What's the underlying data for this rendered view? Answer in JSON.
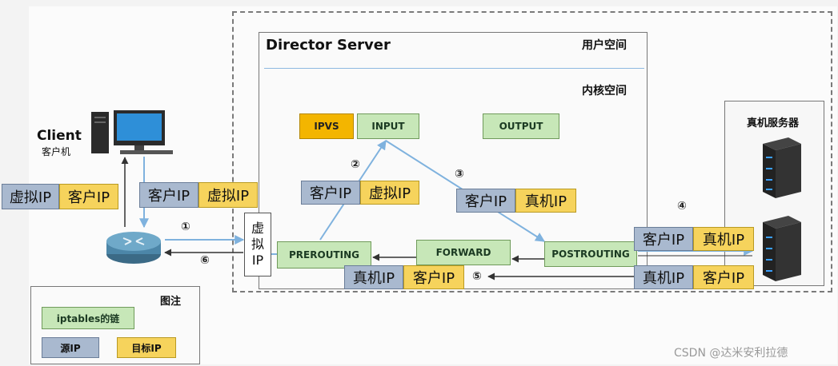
{
  "director": {
    "title": "Director Server",
    "user_space": "用户空间",
    "kernel_space": "内核空间"
  },
  "client": {
    "title": "Client",
    "subtitle": "客户机"
  },
  "real_servers": {
    "title": "真机服务器"
  },
  "chains": {
    "ipvs": "IPVS",
    "input": "INPUT",
    "output": "OUTPUT",
    "prerouting": "PREROUTING",
    "forward": "FORWARD",
    "postrouting": "POSTROUTING"
  },
  "vip_chars": [
    "虚",
    "拟",
    "IP"
  ],
  "packets": {
    "left": {
      "src": "虚拟IP",
      "dst": "客户IP"
    },
    "client_out": {
      "src": "客户IP",
      "dst": "虚拟IP"
    },
    "step2": {
      "src": "客户IP",
      "dst": "虚拟IP"
    },
    "step3": {
      "src": "客户IP",
      "dst": "真机IP"
    },
    "step4": {
      "src": "客户IP",
      "dst": "真机IP"
    },
    "return_right": {
      "src": "真机IP",
      "dst": "客户IP"
    },
    "step5": {
      "src": "真机IP",
      "dst": "客户IP"
    }
  },
  "steps": [
    "①",
    "②",
    "③",
    "④",
    "⑤",
    "⑥"
  ],
  "legend": {
    "title": "图注",
    "chain": "iptables的链",
    "src": "源IP",
    "dst": "目标IP"
  },
  "watermark": "CSDN @达米安利拉德",
  "colors": {
    "chain_green": "#c7e7b8",
    "ipvs_orange": "#f3b500",
    "src_blue": "#a9b9cf",
    "dst_yellow": "#f6d35c",
    "arrow_blue": "#7fb2de",
    "arrow_dark": "#333333"
  }
}
